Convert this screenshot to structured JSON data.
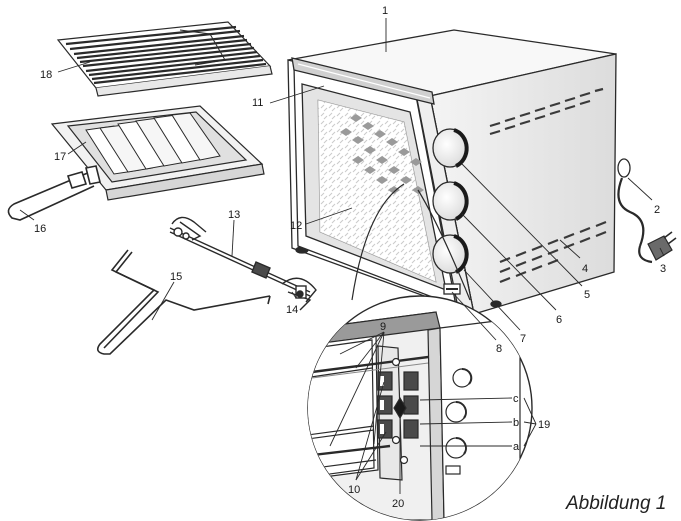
{
  "caption": "Abbildung 1",
  "callouts": [
    "1",
    "2",
    "3",
    "4",
    "5",
    "6",
    "7",
    "8",
    "9",
    "10",
    "11",
    "12",
    "13",
    "14",
    "15",
    "16",
    "17",
    "18",
    "19",
    "20",
    "a",
    "b",
    "c"
  ],
  "colors": {
    "line": "#2a2a2a",
    "panel": "#9a9a9a",
    "metal": "#cfcfcf",
    "dark": "#1a1a1a"
  }
}
